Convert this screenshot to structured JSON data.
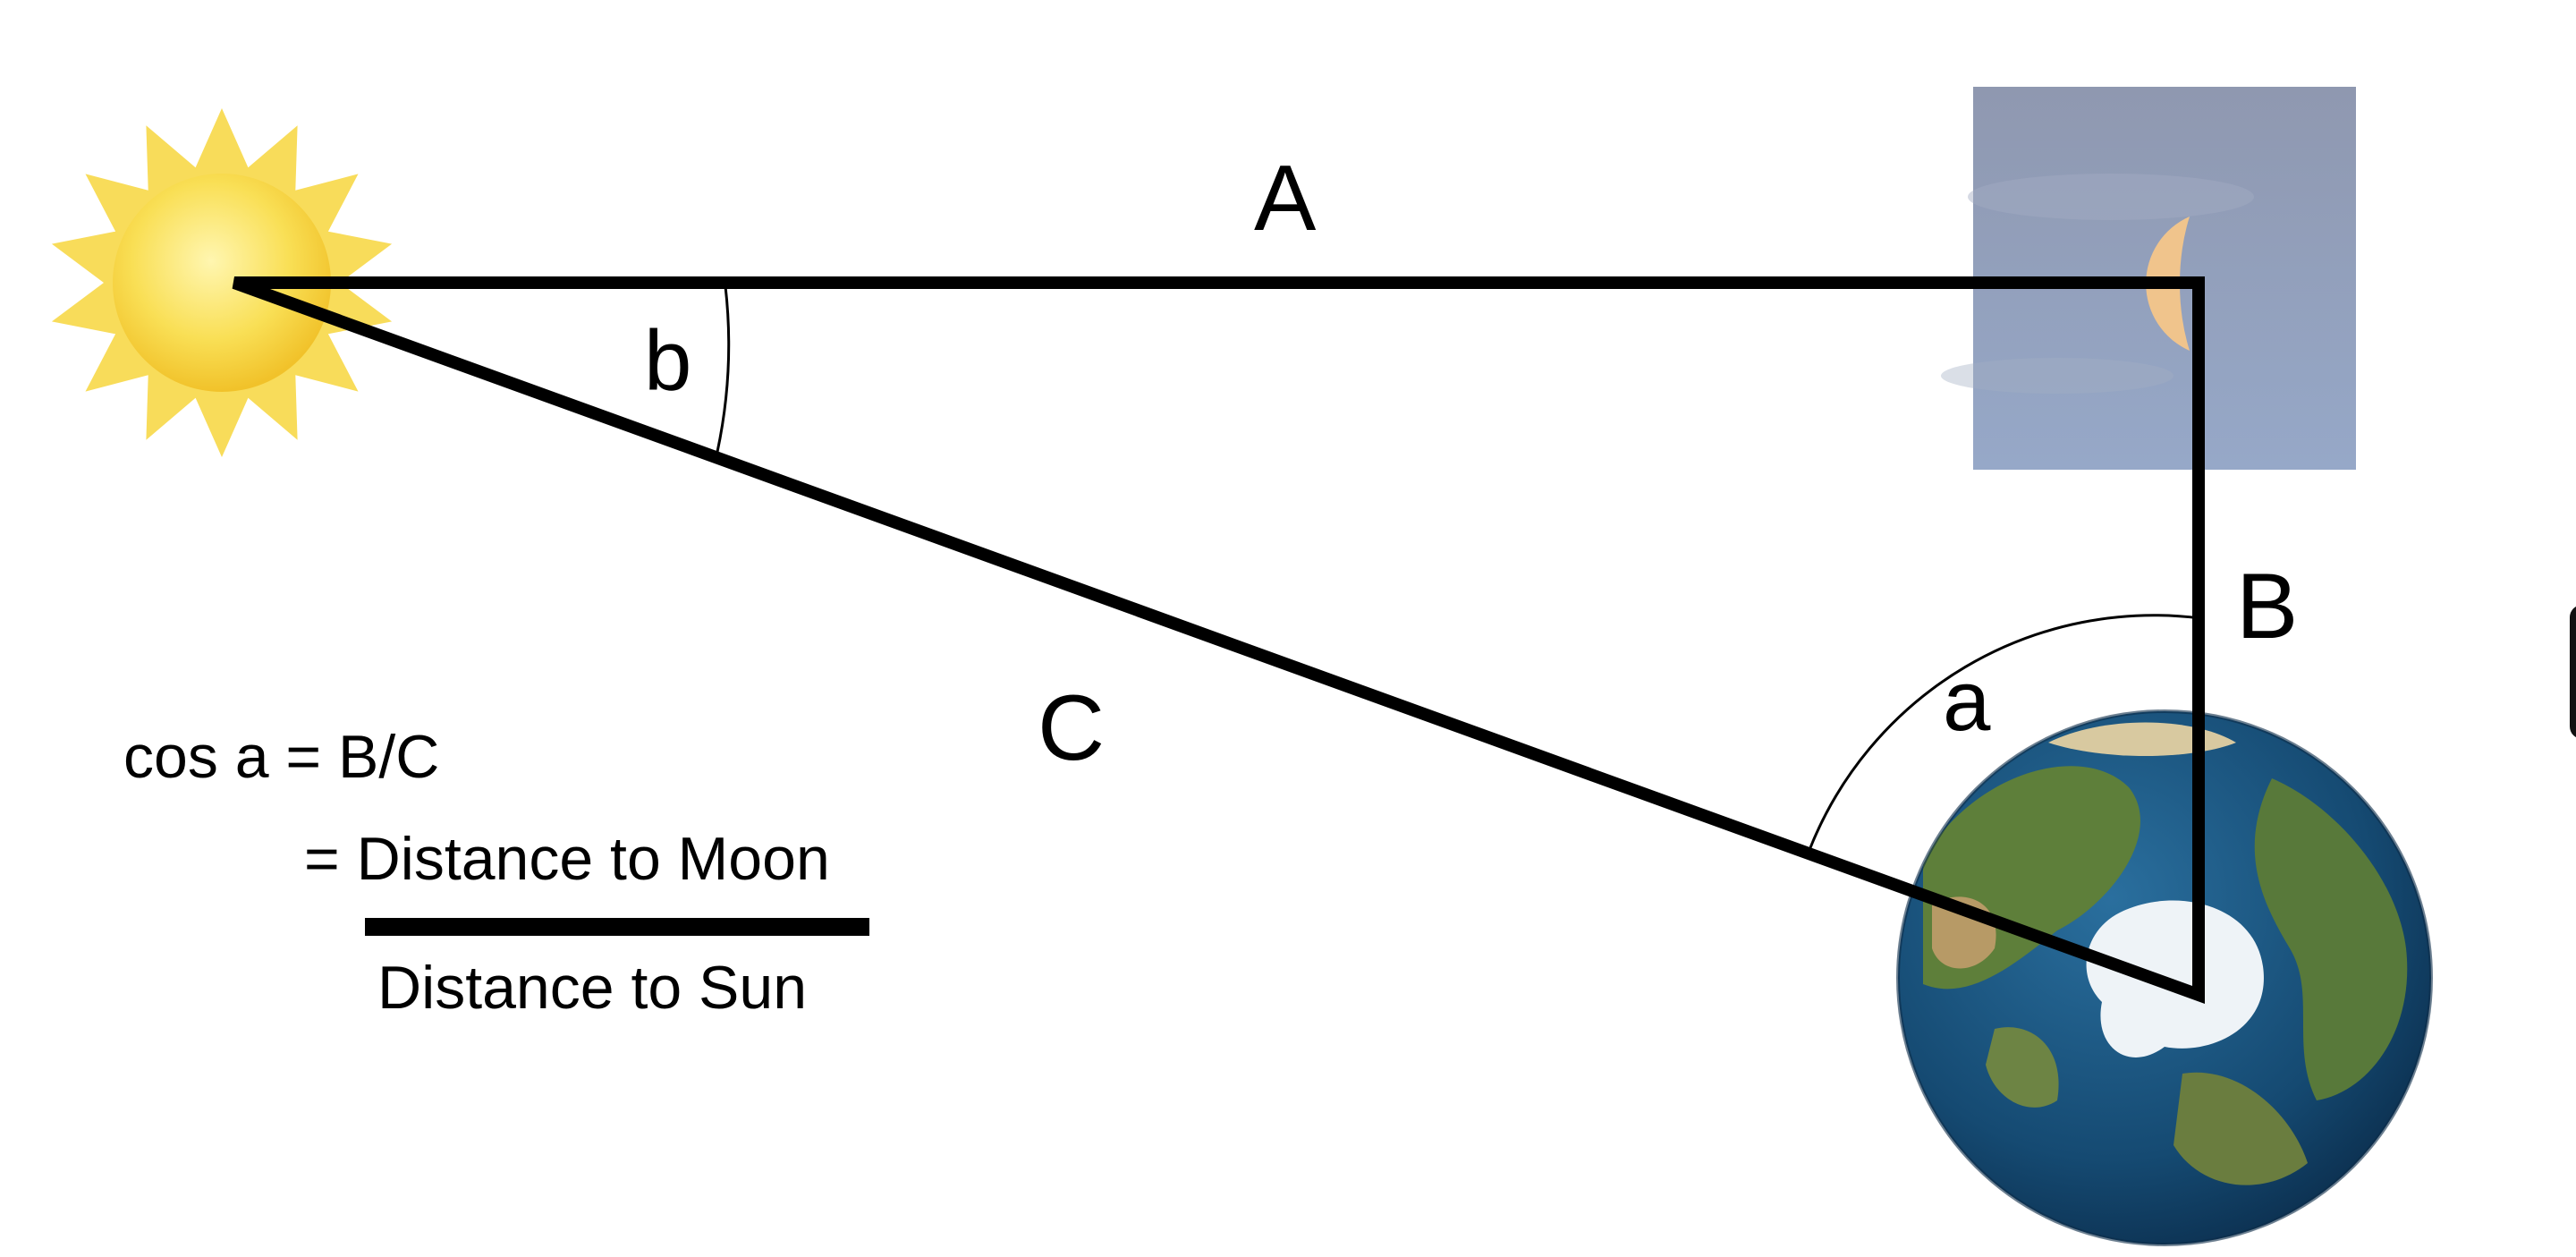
{
  "diagram": {
    "sides": {
      "a_label": "A",
      "b_label": "B",
      "c_label": "C"
    },
    "angles": {
      "sun_angle": "b",
      "earth_angle": "a"
    },
    "formula": {
      "line1": "cos a = B/C",
      "numerator": "= Distance to Moon",
      "denominator": "Distance to Sun"
    },
    "icons": {
      "sun": "sun-icon",
      "moon": "moon-photo",
      "earth": "earth-globe"
    },
    "colors": {
      "line": "#000000",
      "sun_ray": "#f7d94c",
      "sun_core": "#f6d235",
      "sky": "#8d9bb6",
      "moon": "#f0c48c",
      "ocean": "#17507a",
      "land": "#5d7f3b",
      "ice": "#eef3f7"
    }
  }
}
